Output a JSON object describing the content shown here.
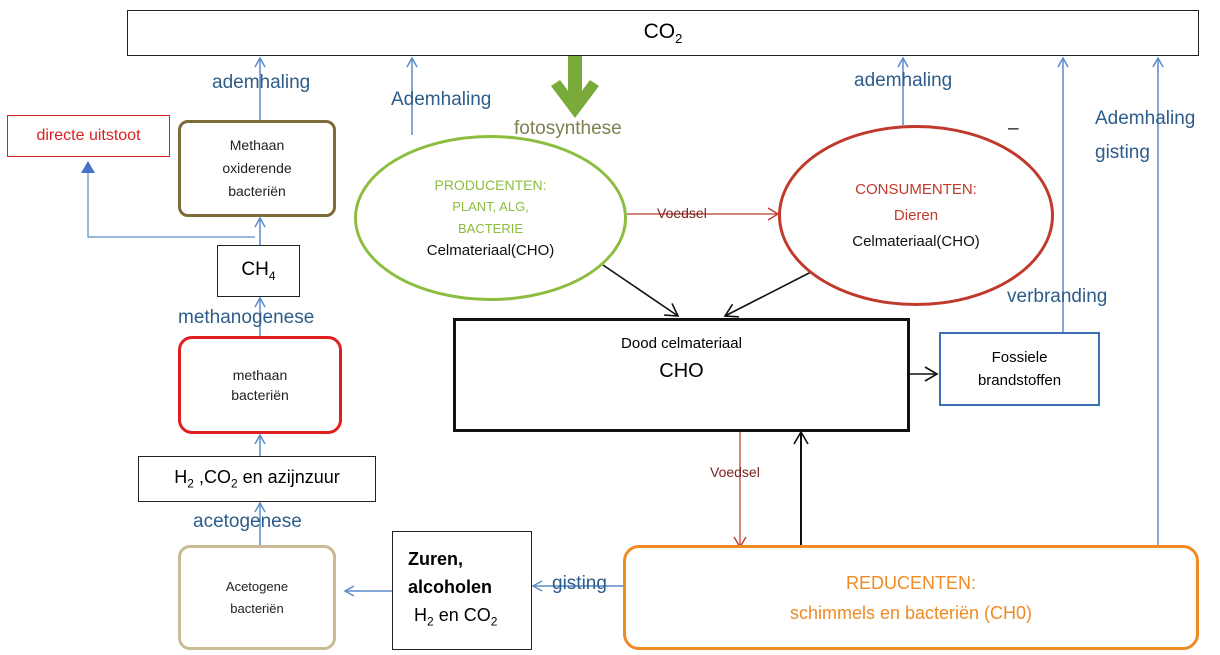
{
  "co2_bar": {
    "text": "CO",
    "sub": "2"
  },
  "labels": {
    "ademhaling_left": "ademhaling",
    "ademhaling_prod": "Ademhaling",
    "fotosynthese": "fotosynthese",
    "ademhaling_cons": "ademhaling",
    "ademhaling_right": "Ademhaling",
    "gisting_right": "gisting",
    "verbranding": "verbranding",
    "methanogenese": "methanogenese",
    "acetogenese": "acetogenese",
    "gisting_bottom": "gisting",
    "voedsel_top": "Voedsel",
    "voedsel_mid": "Voedsel",
    "dash": "–"
  },
  "directe_uitstoot": "directe uitstoot",
  "methaan_oxiderende": {
    "line1": "Methaan",
    "line2": "oxiderende",
    "line3": "bacteriën"
  },
  "ch4": {
    "text": "CH",
    "sub": "4"
  },
  "methaan_bacterien": {
    "line1": "methaan",
    "line2": "bacteriën"
  },
  "h2_box": {
    "a": "H",
    "a_sub": "2",
    "b": " ,CO",
    "b_sub": "2",
    "c": " en azijnzuur"
  },
  "acetogene": {
    "line1": "Acetogene",
    "line2": "bacteriën"
  },
  "zuren": {
    "line1": "Zuren,",
    "line2": "alcoholen",
    "line3a": "H",
    "line3a_sub": "2",
    "line3b": " en CO",
    "line3b_sub": "2"
  },
  "producenten": {
    "title": "PRODUCENTEN:",
    "line2": "PLANT, ALG,",
    "line3": "BACTERIE",
    "line4": "Celmateriaal(CHO)"
  },
  "consumenten": {
    "title": "CONSUMENTEN:",
    "line2": "Dieren",
    "line3": "Celmateriaal(CHO)"
  },
  "dood": {
    "line1": "Dood celmateriaal",
    "line2": "CHO"
  },
  "fossiele": {
    "line1": "Fossiele",
    "line2": "brandstoffen"
  },
  "reducenten": {
    "line1": "REDUCENTEN:",
    "line2": "schimmels en bacteriën (CH0)"
  },
  "colors": {
    "blue_text": "#2e5c8a",
    "arrow_blue": "#5b8cc9",
    "green": "#8cbd3f",
    "red": "#c0392b",
    "orange": "#f08a24",
    "olive": "#7f6b3a",
    "tan": "#c9bc95"
  }
}
